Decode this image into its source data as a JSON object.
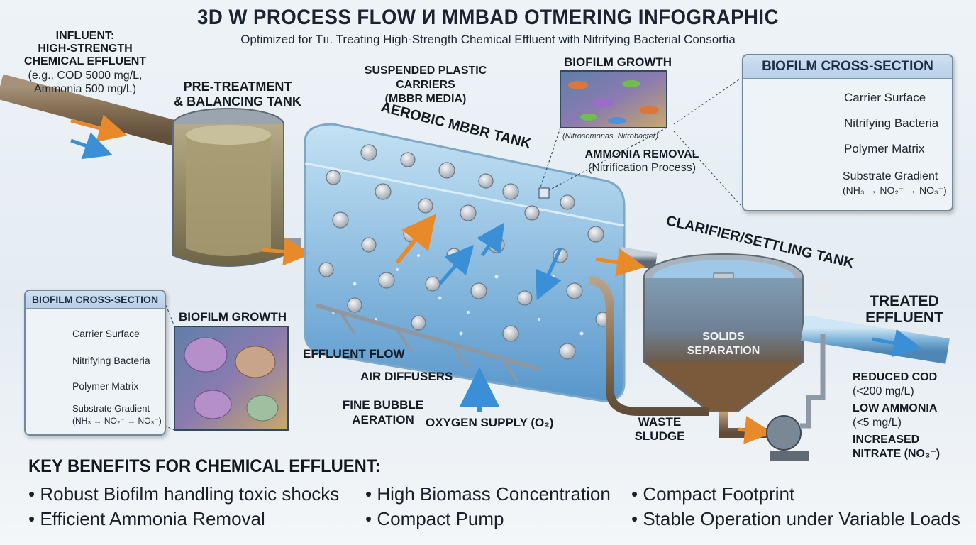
{
  "header": {
    "title": "3D W PROCESS FLOW И MMBAD OTMERING INFOGRAPHIC",
    "subtitle": "Optimized for Tıı. Treating High-Strength Chemical Effluent with Nitrifying Bacterial Consortia"
  },
  "influent": {
    "line1": "INFLUENT:",
    "line2": "HIGH-STRENGTH",
    "line3": "CHEMICAL EFFLUENT",
    "line4": "(e.g., COD 5000 mg/L,",
    "line5": "Ammonia 500 mg/L)"
  },
  "pretreatment": {
    "line1": "PRE-TREATMENT",
    "line2": "& BALANCING TANK"
  },
  "carriers": {
    "line1": "SUSPENDED PLASTIC CARRIERS",
    "line2": "(MBBR MEDIA)"
  },
  "mbbr_tank": {
    "label": "AEROBIC MBBR TANK"
  },
  "biofilm_top": {
    "title": "BIOFILM GROWTH",
    "caption": "(Nitrosomonas, Nitrobacter)"
  },
  "ammonia_removal": {
    "line1": "AMMONIA REMOVAL",
    "line2": "(Nitrification Process)"
  },
  "inset_right": {
    "title": "BIOFILM CROSS-SECTION",
    "items": [
      "Carrier Surface",
      "Nitrifying Bacteria",
      "Polymer Matrix",
      "Substrate Gradient",
      "(NH₃ → NO₂⁻ → NO₃⁻)"
    ]
  },
  "inset_left": {
    "title": "BIOFILM CROSS-SECTION",
    "items": [
      "Carrier Surface",
      "Nitrifying Bacteria",
      "Polymer Matrix",
      "Substrate Gradient",
      "(NH₃ → NO₂⁻ → NO₃⁻)"
    ]
  },
  "biofilm_left": {
    "title": "BIOFILM GROWTH"
  },
  "mbbr_labels": {
    "effluent_flow": "EFFLUENT FLOW",
    "air_diffusers": "AIR DIFFUSERS",
    "fine_bubble_1": "FINE BUBBLE",
    "fine_bubble_2": "AERATION",
    "oxygen": "OXYGEN SUPPLY (O₂)"
  },
  "clarifier": {
    "label": "CLARIFIER/SETTLING TANK",
    "solids_1": "SOLIDS",
    "solids_2": "SEPARATION"
  },
  "waste_sludge": {
    "line1": "WASTE",
    "line2": "SLUDGE"
  },
  "treated": {
    "line1": "TREATED",
    "line2": "EFFLUENT",
    "reduced_cod": "REDUCED COD",
    "reduced_cod_val": "(<200 mg/L)",
    "low_ammonia": "LOW AMMONIA",
    "low_ammonia_val": "(<5 mg/L)",
    "increased_1": "INCREASED",
    "increased_2": "NITRATE (NO₃⁻)"
  },
  "benefits": {
    "title": "KEY BENEFITS FOR CHEMICAL EFFLUENT:",
    "items": [
      "Robust Biofilm handling toxic shocks",
      "High Biomass Concentration",
      "Compact Footprint",
      "Efficient Ammonia Removal",
      "Compact Pump",
      "Stable Operation under Variable Loads"
    ]
  },
  "colors": {
    "water": "#8fc3e6",
    "pipe": "#8d9aa6",
    "flow_arrow": "#e88a2a",
    "air_arrow": "#3b8fd6",
    "sludge": "#7a5a3a"
  }
}
